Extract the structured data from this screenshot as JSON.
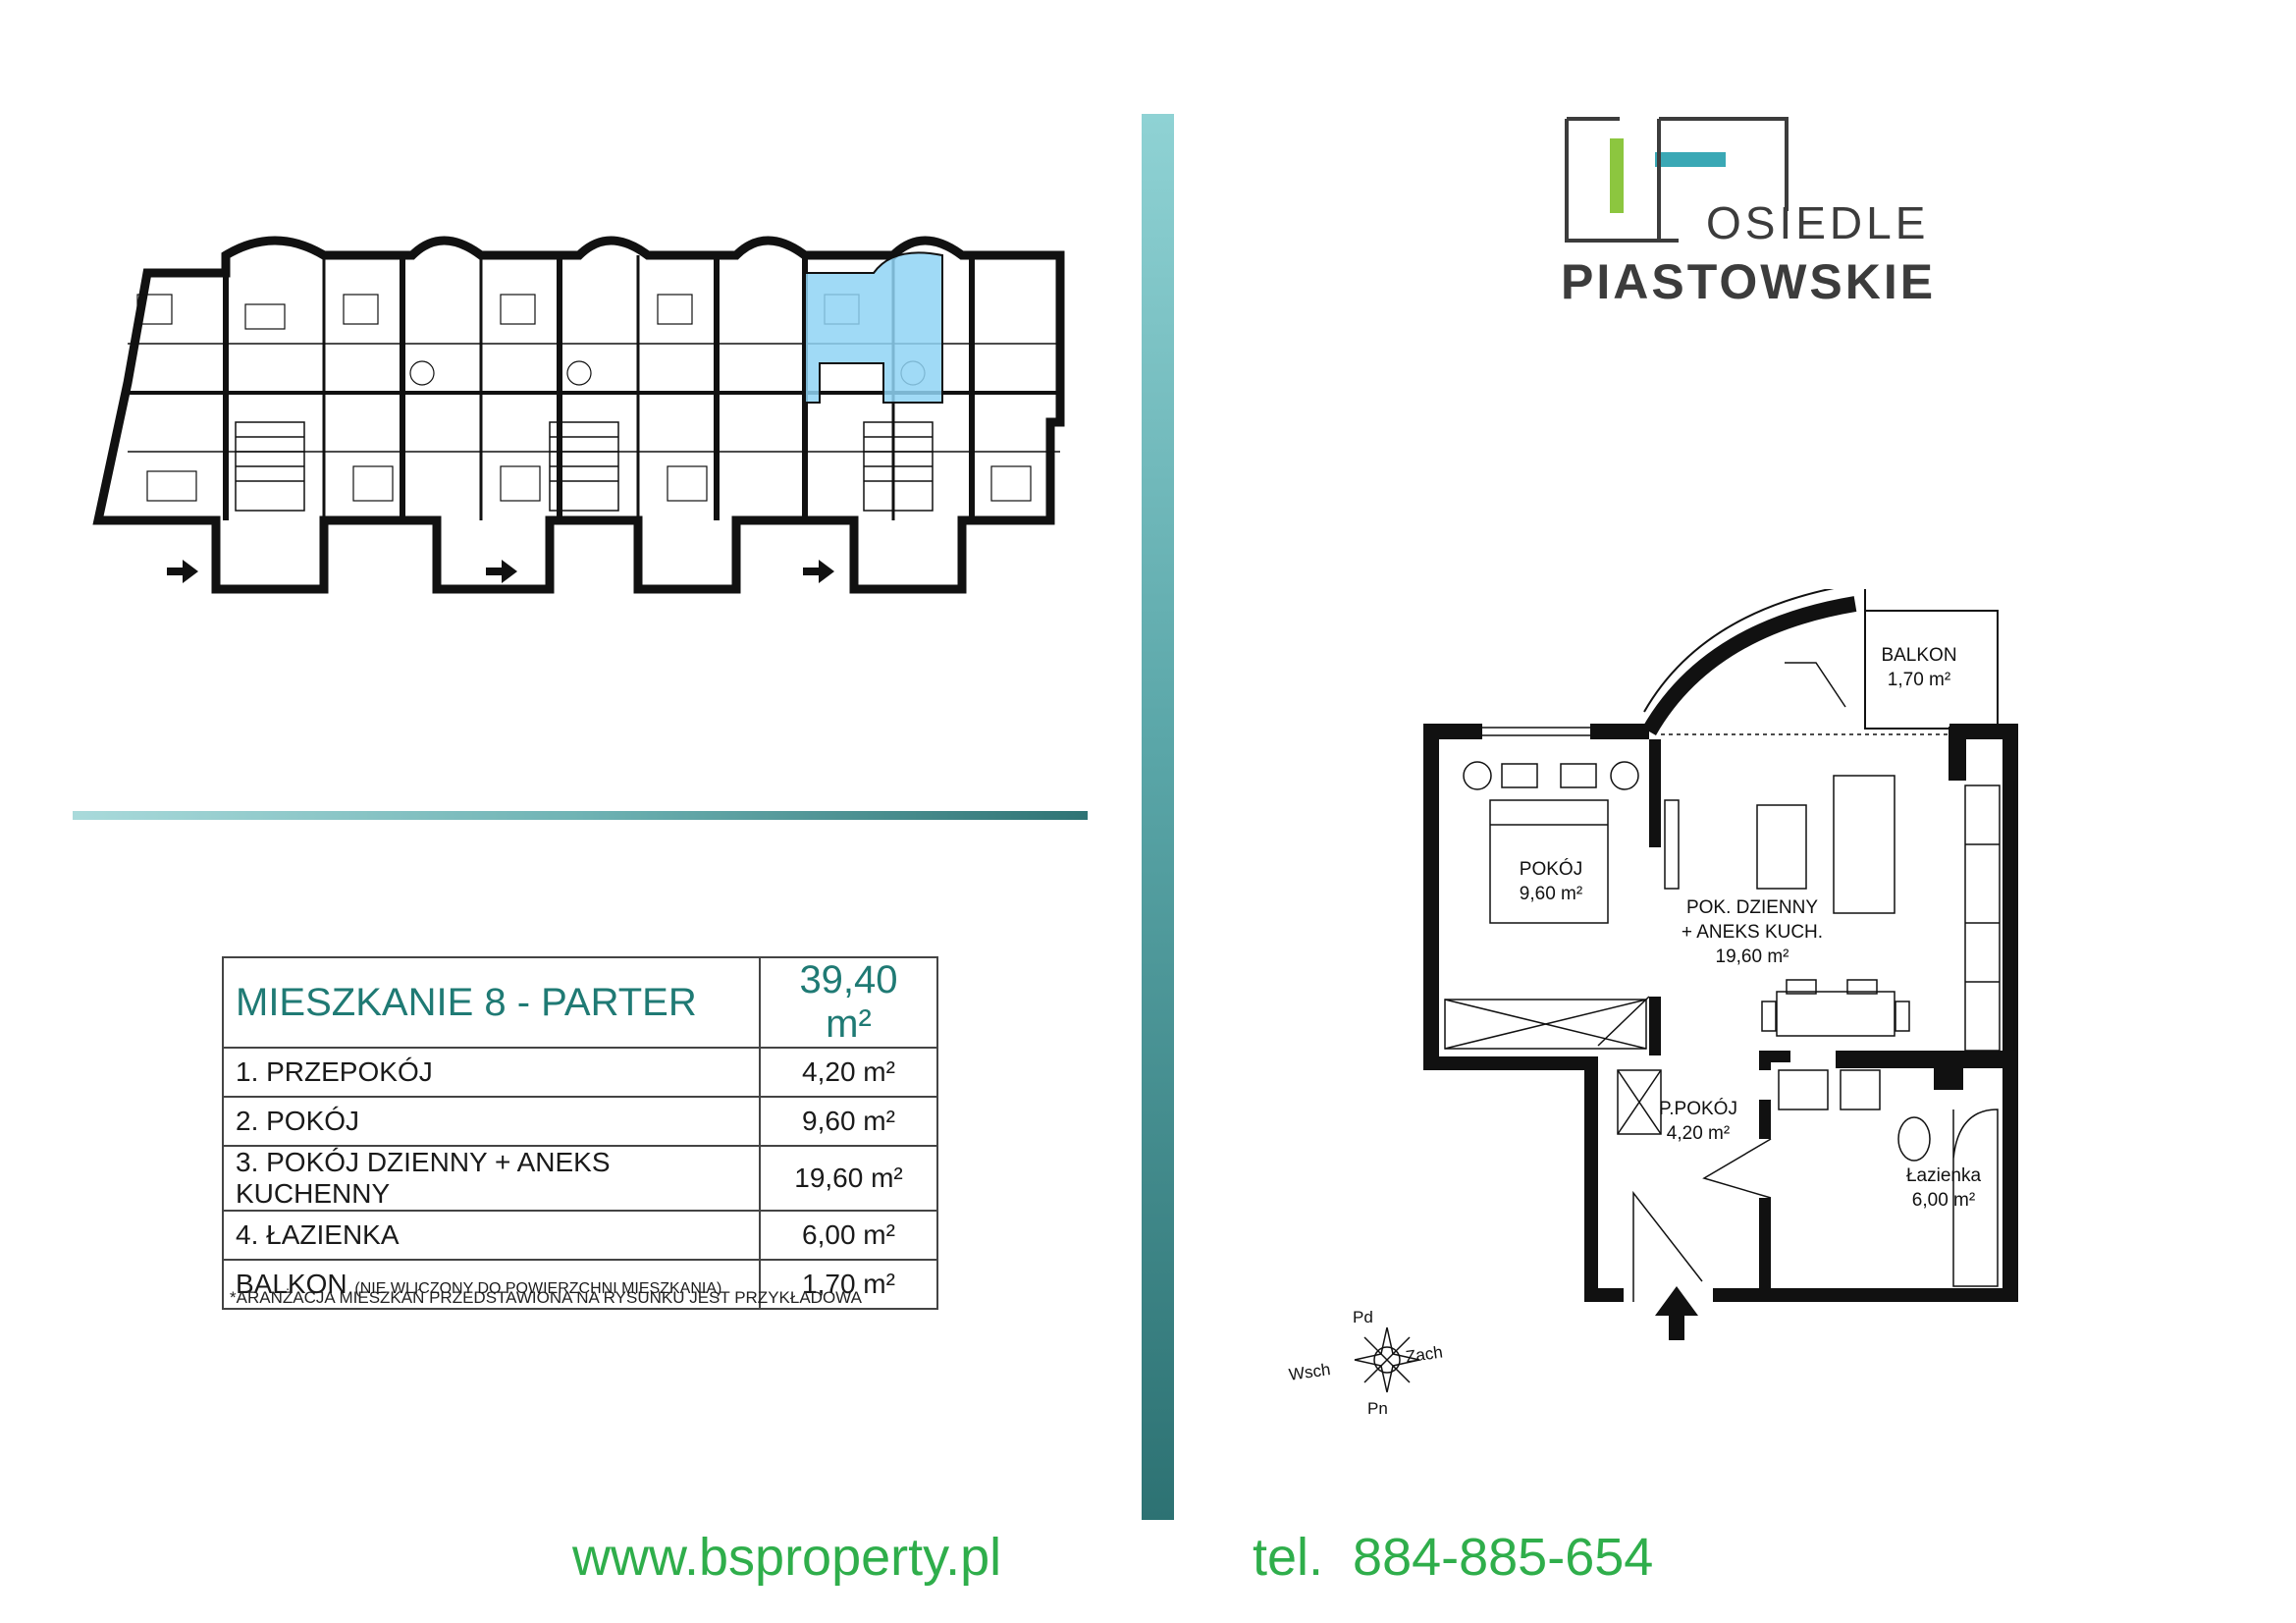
{
  "logo": {
    "line1": "OSIEDLE",
    "line2": "PIASTOWSKIE",
    "colors": {
      "green": "#8cc63f",
      "teal": "#3aa8b5",
      "dark": "#3c3c3c"
    }
  },
  "table": {
    "header": {
      "name": "MIESZKANIE 8 - PARTER",
      "area": "39,40 m²"
    },
    "rows": [
      {
        "label": "1. PRZEPOKÓJ",
        "note": "",
        "area": "4,20 m²"
      },
      {
        "label": "2. POKÓJ",
        "note": "",
        "area": "9,60 m²"
      },
      {
        "label": "3. POKÓJ DZIENNY + ANEKS KUCHENNY",
        "note": "",
        "area": "19,60 m²"
      },
      {
        "label": "4. ŁAZIENKA",
        "note": "",
        "area": "6,00 m²"
      },
      {
        "label": "BALKON",
        "note": "(NIE WLICZONY DO POWIERZCHNI MIESZKANIA)",
        "area": "1,70 m²"
      }
    ]
  },
  "footnote": "*ARANŻACJA MIESZKAŃ PRZEDSTAWIONA NA RYSUNKU JEST PRZYKŁADOWA",
  "plan": {
    "rooms": {
      "balkon": {
        "name": "BALKON",
        "area": "1,70 m²"
      },
      "pokoj": {
        "name": "POKÓJ",
        "area": "9,60 m²"
      },
      "dzienny": {
        "name1": "POK. DZIENNY",
        "name2": "+ ANEKS KUCH.",
        "area": "19,60 m²"
      },
      "przedpokoj": {
        "name": "P.POKÓJ",
        "area": "4,20 m²"
      },
      "lazienka": {
        "name": "Łazienka",
        "area": "6,00 m²"
      }
    },
    "compass": {
      "n": "Pd",
      "s": "Pn",
      "w": "Wsch",
      "e": "Zach"
    },
    "highlight_color": "#8fd3f4"
  },
  "footer": {
    "website": "www.bsproperty.pl",
    "phone": "tel.  884-885-654",
    "color": "#2fae4b"
  }
}
